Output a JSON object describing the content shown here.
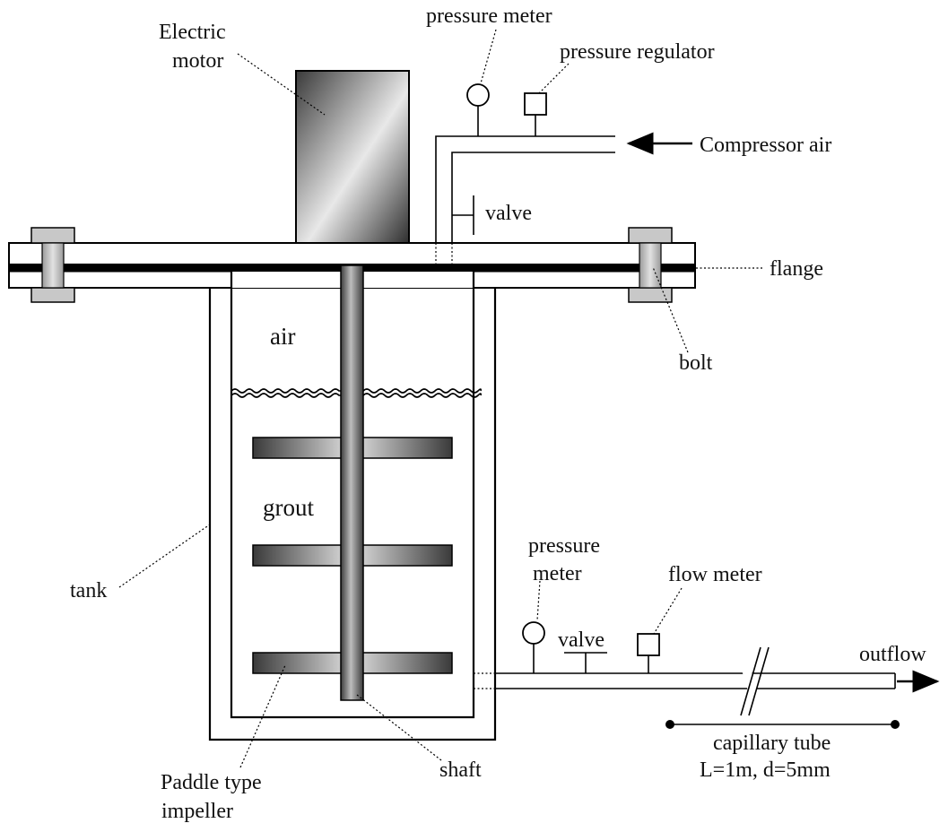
{
  "labels": {
    "electric_motor_line1": "Electric",
    "electric_motor_line2": "motor",
    "pressure_meter_top": "pressure meter",
    "pressure_regulator": "pressure regulator",
    "compressor_air": "Compressor air",
    "valve_top": "valve",
    "flange": "flange",
    "bolt": "bolt",
    "air": "air",
    "grout": "grout",
    "tank": "tank",
    "pressure_meter_bottom_line1": "pressure",
    "pressure_meter_bottom_line2": "meter",
    "flow_meter": "flow meter",
    "valve_bottom": "valve",
    "outflow": "outflow",
    "capillary_line1": "capillary tube",
    "capillary_line2": "L=1m, d=5mm",
    "shaft": "shaft",
    "paddle_line1": "Paddle type",
    "paddle_line2": "impeller"
  },
  "colors": {
    "stroke": "#000000",
    "motor_dark": "#3a3a3a",
    "motor_light": "#e6e6e6",
    "flange_band": "#000000",
    "bolt_fill": "#bdbdbd"
  }
}
